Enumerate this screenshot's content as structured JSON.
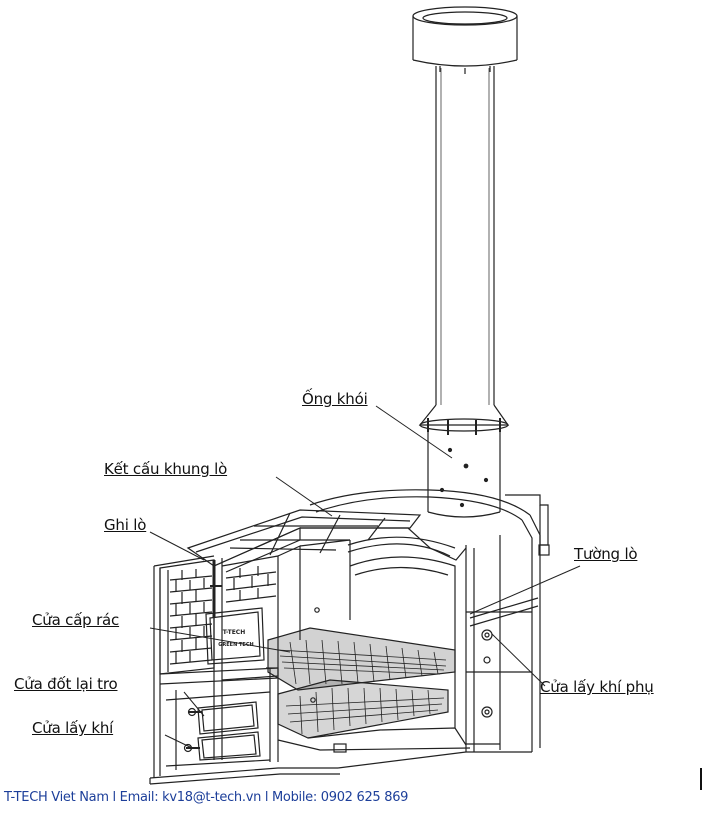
{
  "diagram": {
    "labels": {
      "chimney": "Ống khói",
      "furnace_frame": "Kết cấu khung lò",
      "grate": "Ghi lò",
      "furnace_wall": "Tường lò",
      "waste_feed_door": "Cửa cấp rác",
      "ash_reburn_door": "Cửa đốt lại tro",
      "secondary_air_door": "Cửa lấy khí phụ",
      "air_intake_door": "Cửa lấy khí"
    },
    "nameplate": {
      "line1": "T-TECH",
      "line2": "GREEN TECH"
    }
  },
  "footer": {
    "text": "T-TECH Viet Nam l Email: kv18@t-tech.vn l Mobile: 0902 625 869"
  },
  "colors": {
    "line": "#222222",
    "footer_text": "#1d3f9a"
  }
}
